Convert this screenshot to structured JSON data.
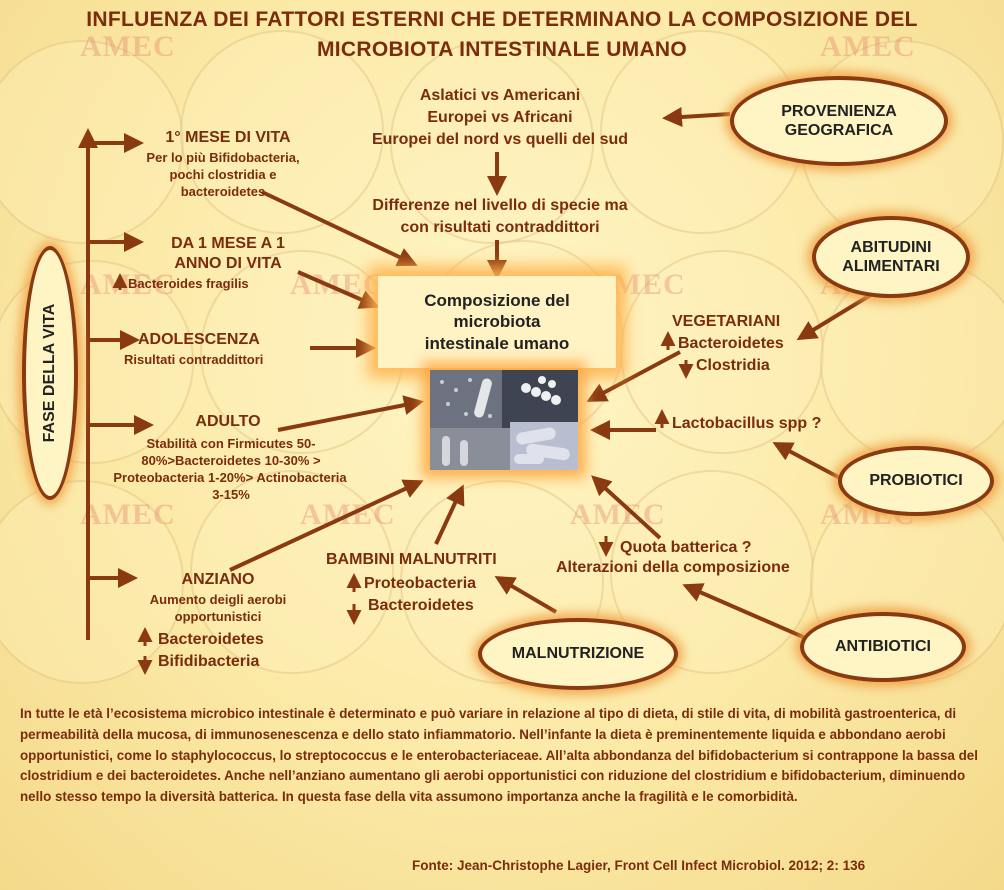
{
  "title": {
    "line1": "INFLUENZA DEI FATTORI ESTERNI CHE DETERMINANO LA COMPOSIZIONE DEL",
    "line2": "MICROBIOTA INTESTINALE UMANO"
  },
  "watermark": "AMEC",
  "center": {
    "line1": "Composizione del",
    "line2": "microbiota",
    "line3": "intestinale  umano"
  },
  "life_stage": {
    "axis_label": "FASE DELLA VITA",
    "first_month": {
      "heading": "1° MESE DI VITA",
      "line1": "Per lo più Bifidobacteria,",
      "line2": "pochi clostridia e",
      "line3": "bacteroidetes"
    },
    "one_month_to_year": {
      "heading_line1": "DA 1 MESE A 1",
      "heading_line2": "ANNO DI VITA",
      "detail": "Bacteroides fragilis"
    },
    "adolescence": {
      "heading": "ADOLESCENZA",
      "detail": "Risultati contraddittori"
    },
    "adult": {
      "heading": "ADULTO",
      "line1": "Stabilità con Firmicutes 50-",
      "line2": "80%>Bacteroidetes 10-30% >",
      "line3": "Proteobacteria  1-20%> Actinobacteria",
      "line4": "3-15%"
    },
    "elderly": {
      "heading": "ANZIANO",
      "line1": "Aumento deigli aerobi",
      "line2": "opportunistici",
      "up": "Bacteroidetes",
      "down": "Bifidibacteria"
    }
  },
  "geography": {
    "oval": {
      "line1": "PROVENIENZA",
      "line2": "GEOGRAFICA"
    },
    "line1": "Aslatici vs Americani",
    "line2": "Europei vs Africani",
    "line3": "Europei del nord vs quelli del sud",
    "result_line1": "Differenze nel livello di specie ma",
    "result_line2": "con risultati contraddittori"
  },
  "diet": {
    "oval": {
      "line1": "ABITUDINI",
      "line2": "ALIMENTARI"
    },
    "heading": "VEGETARIANI",
    "up": "Bacteroidetes",
    "down": "Clostridia"
  },
  "probiotics": {
    "oval": "PROBIOTICI",
    "up": "Lactobacillus spp ?"
  },
  "antibiotics": {
    "oval": "ANTIBIOTICI",
    "down": "Quota batterica ?",
    "line2": "Alterazioni della composizione"
  },
  "malnutrition": {
    "oval": "MALNUTRIZIONE",
    "heading": "BAMBINI MALNUTRITI",
    "item1": "Proteobacteria",
    "item2": "Bacteroidetes"
  },
  "body_text": "In tutte le età l’ecosistema microbico intestinale  è determinato e può variare in relazione al tipo di dieta, di stile di vita, di mobilità  gastroenterica, di permeabilità della mucosa, di immunosenescenza e dello stato infiammatorio. Nell’infante  la dieta è preminentemente liquida e abbondano aerobi opportunistici, come lo staphylococcus, lo streptococcus e le enterobacteriaceae. All’alta abbondanza del bifidobacterium si contrappone  la bassa del clostridium e dei bacteroidetes. Anche nell’anziano aumentano gli aerobi opportunistici con riduzione del clostridium e bifidobacterium, diminuendo nello stesso tempo la diversità batterica. In questa fase della vita assumono importanza anche la fragilità e le comorbidità.",
  "source": "Fonte: Jean-Christophe Lagier, Front Cell Infect Microbiol. 2012; 2: 136",
  "colors": {
    "text": "#7a2c0c",
    "arrow": "#8a3a10",
    "glow": "#f0a046",
    "background": "#fbe9a6"
  }
}
